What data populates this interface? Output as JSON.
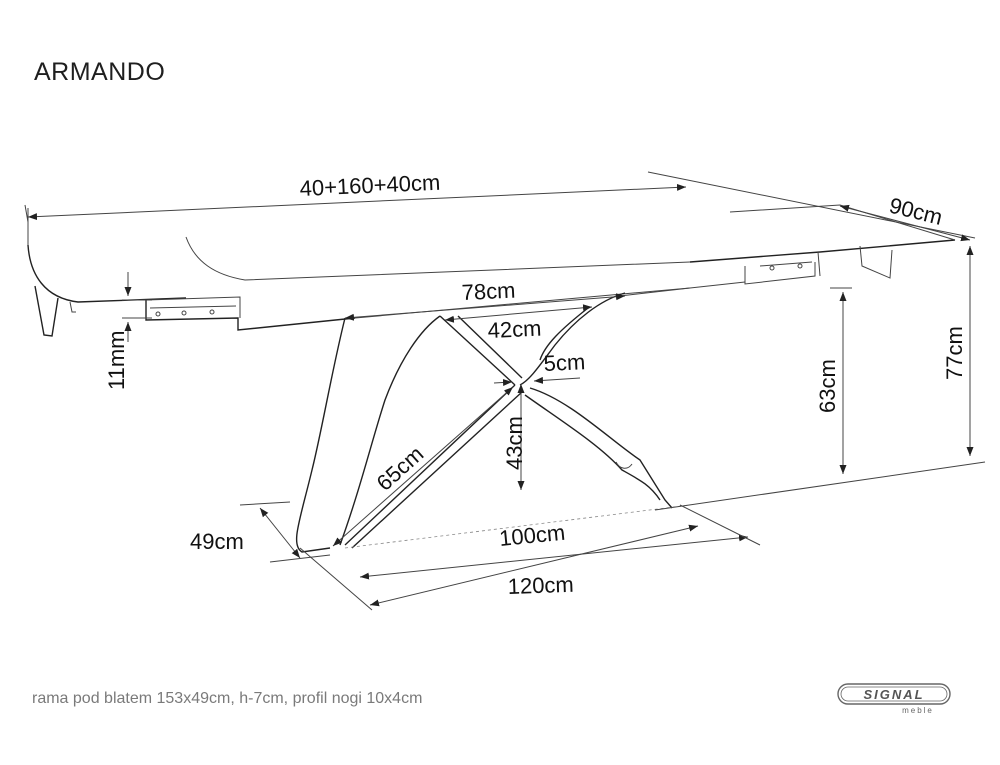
{
  "title": "ARMANDO",
  "dimensions": {
    "length": "40+160+40cm",
    "width": "90cm",
    "height": "77cm",
    "top_thickness": "11mm",
    "frame_width": "78cm",
    "leg_top_span": "42cm",
    "leg_gap": "5cm",
    "leg_height": "63cm",
    "inner_leg_height": "43cm",
    "leg_diagonal": "65cm",
    "base_depth": "49cm",
    "base_inner_length": "100cm",
    "base_outer_length": "120cm"
  },
  "footnote": "rama pod blatem 153x49cm, h-7cm, profil nogi 10x4cm",
  "logo": {
    "name": "SIGNAL",
    "sub": "meble"
  }
}
